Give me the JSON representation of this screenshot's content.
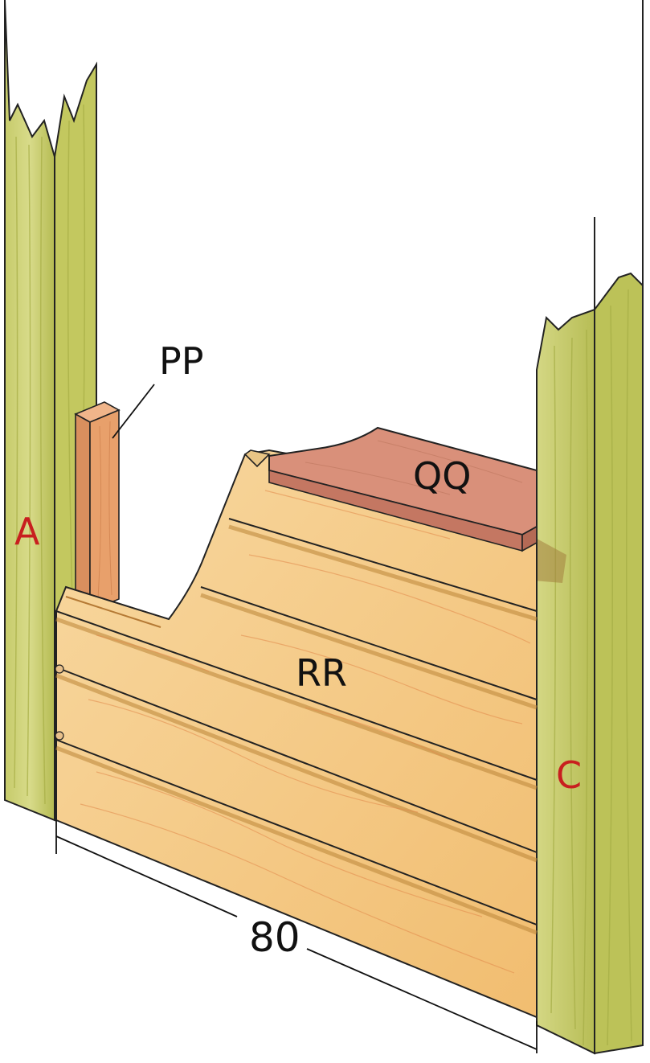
{
  "labels": {
    "post_left": "A",
    "post_right": "C",
    "stile": "PP",
    "cap_rail": "QQ",
    "panel": "RR",
    "width_dimension": "80"
  },
  "colors": {
    "post_light": "#d4d784",
    "post_mid": "#b8bd52",
    "post_dark": "#8f9a3a",
    "panel_light": "#f7d49a",
    "panel_mid": "#f0b868",
    "panel_grain": "#e28a4c",
    "groove": "#c08a3e",
    "stile": "#e8a06b",
    "cap": "#d68a6a",
    "shadow": "#a07a3a",
    "label_red": "#c81f1f",
    "ink": "#111111"
  }
}
